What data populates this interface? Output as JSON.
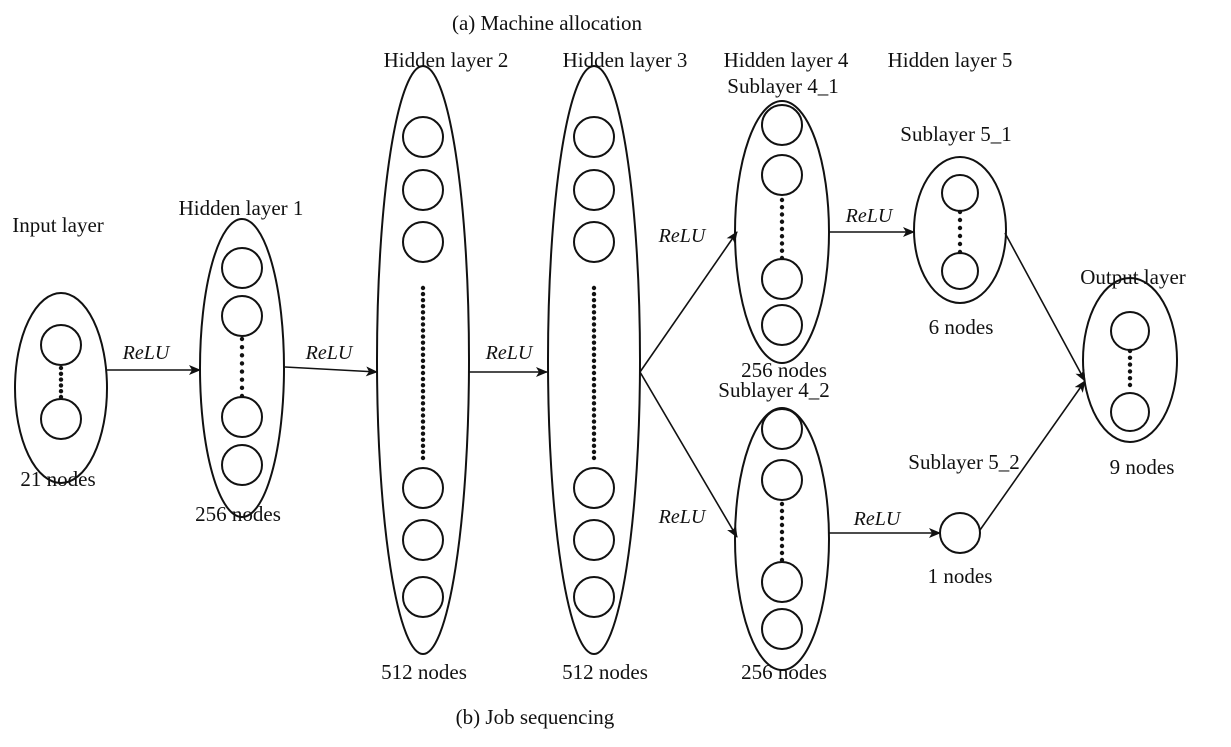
{
  "captions": {
    "top": "(a) Machine allocation",
    "bottom": "(b) Job sequencing"
  },
  "layers": {
    "input": {
      "title": "Input layer",
      "count": "21  nodes"
    },
    "hidden1": {
      "title": "Hidden layer 1",
      "count": "256  nodes"
    },
    "hidden2": {
      "title": "Hidden layer 2",
      "count": "512 nodes"
    },
    "hidden3": {
      "title": "Hidden layer 3",
      "count": "512  nodes"
    },
    "hidden4": {
      "title": "Hidden layer 4"
    },
    "sub4_1": {
      "title": "Sublayer 4_1",
      "count": "256 nodes"
    },
    "sub4_2": {
      "title": "Sublayer 4_2",
      "count": "256 nodes"
    },
    "hidden5": {
      "title": "Hidden layer 5"
    },
    "sub5_1": {
      "title": "Sublayer 5_1",
      "count": "6 nodes"
    },
    "sub5_2": {
      "title": "Sublayer 5_2",
      "count": "1 nodes"
    },
    "output": {
      "title": "Output layer",
      "count": "9 nodes"
    }
  },
  "activations": {
    "in_h1": "ReLU",
    "h1_h2": "ReLU",
    "h2_h3": "ReLU",
    "h3_s41": "ReLU",
    "h3_s42": "ReLU",
    "s41_s51": "ReLU",
    "s42_s52": "ReLU"
  },
  "colors": {
    "ink": "#111111",
    "background": "#ffffff"
  }
}
